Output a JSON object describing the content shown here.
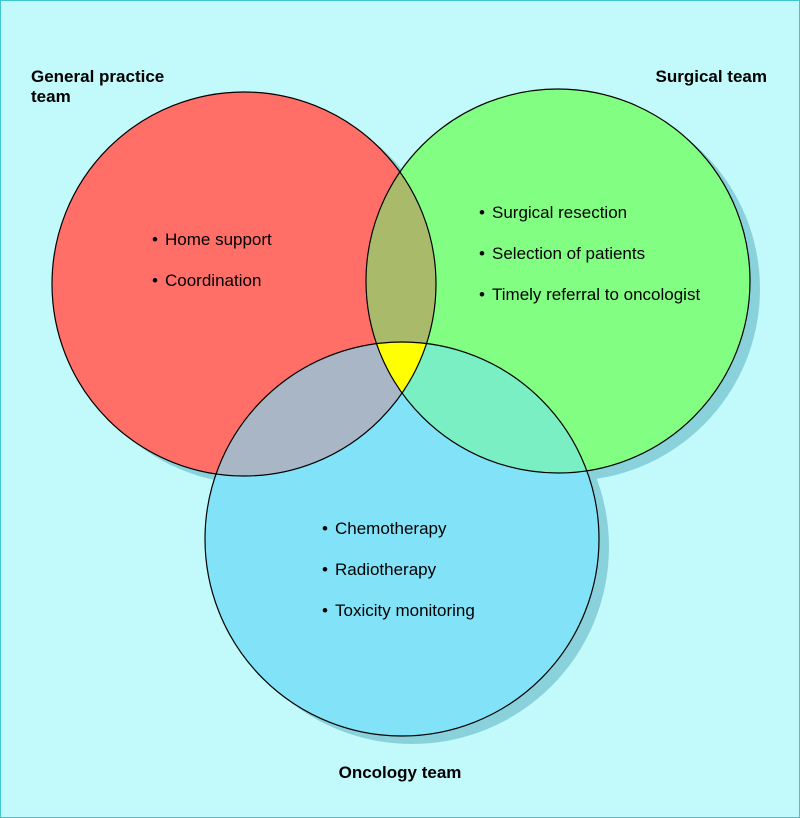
{
  "teams": {
    "general_practice": {
      "label": "General practice team",
      "items": [
        "Home support",
        "Coordination"
      ]
    },
    "surgical": {
      "label": "Surgical team",
      "items": [
        "Surgical resection",
        "Selection of patients",
        "Timely referral to oncologist"
      ]
    },
    "oncology": {
      "label": "Oncology team",
      "items": [
        "Chemotherapy",
        "Radiotherapy",
        "Toxicity monitoring"
      ]
    }
  },
  "colors": {
    "background": "#c2f9fb",
    "border": "#3fc7cf",
    "general_practice": "#ff6f68",
    "surgical": "#82ff82",
    "oncology": "#82e3f8",
    "gp_surgical": "#a9bb6b",
    "gp_oncology": "#a9b6c6",
    "surgical_oncology": "#7aefc4",
    "center": "#ffff00",
    "shadow": "#8ad2db"
  }
}
